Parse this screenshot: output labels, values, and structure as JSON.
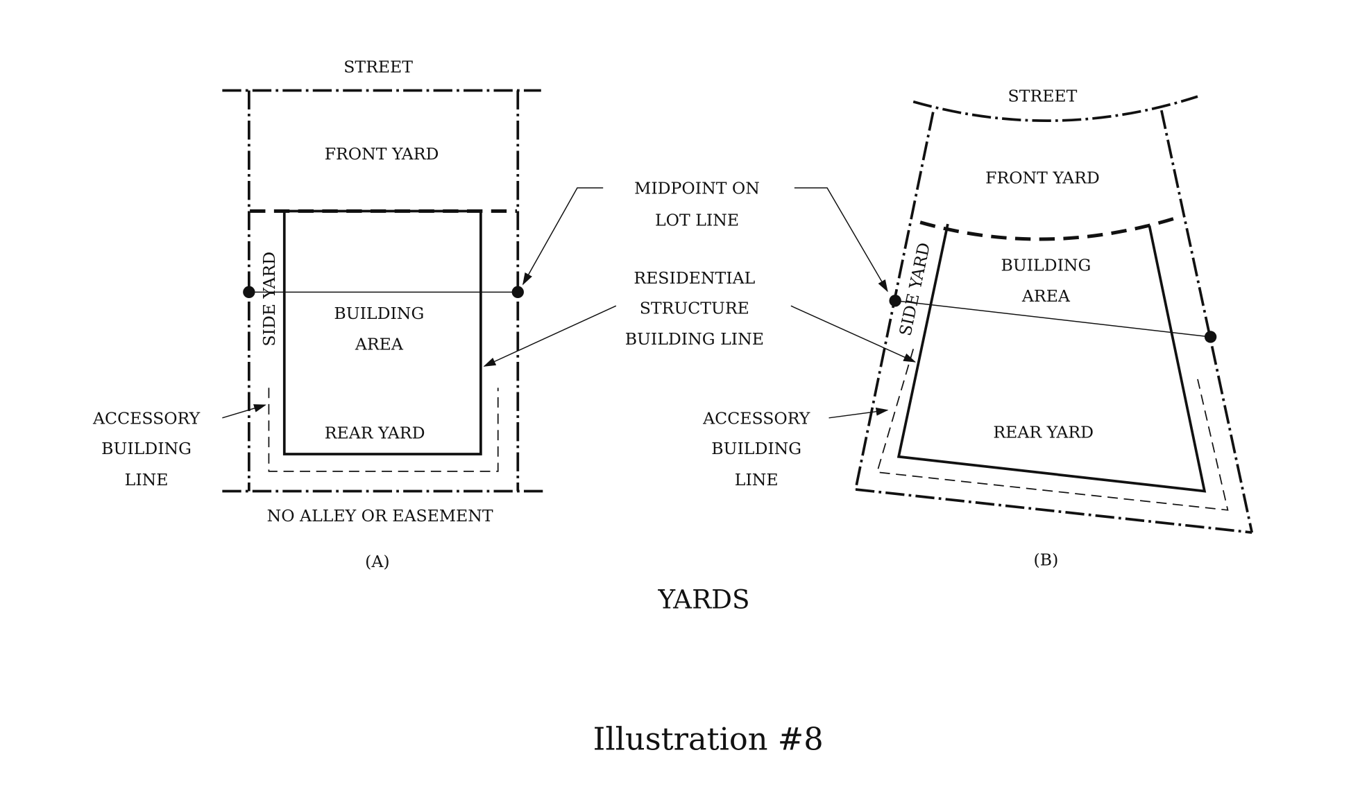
{
  "diagram_a": {
    "street": "STREET",
    "front_yard": "FRONT YARD",
    "side_yard": "SIDE YARD",
    "building_area": [
      "BUILDING",
      "AREA"
    ],
    "rear_yard": "REAR YARD",
    "bottom": "NO ALLEY OR EASEMENT",
    "caption": "(A)",
    "accessory": [
      "ACCESSORY",
      "BUILDING",
      "LINE"
    ]
  },
  "diagram_b": {
    "street": "STREET",
    "front_yard": "FRONT YARD",
    "side_yard": "SIDE YARD",
    "building_area": [
      "BUILDING",
      "AREA"
    ],
    "rear_yard": "REAR YARD",
    "caption": "(B)",
    "accessory": [
      "ACCESSORY",
      "BUILDING",
      "LINE"
    ]
  },
  "callouts": {
    "midpoint": [
      "MIDPOINT ON",
      "LOT LINE"
    ],
    "residential": [
      "RESIDENTIAL",
      "STRUCTURE",
      "BUILDING LINE"
    ]
  },
  "title": "YARDS",
  "illustration": "Illustration #8"
}
